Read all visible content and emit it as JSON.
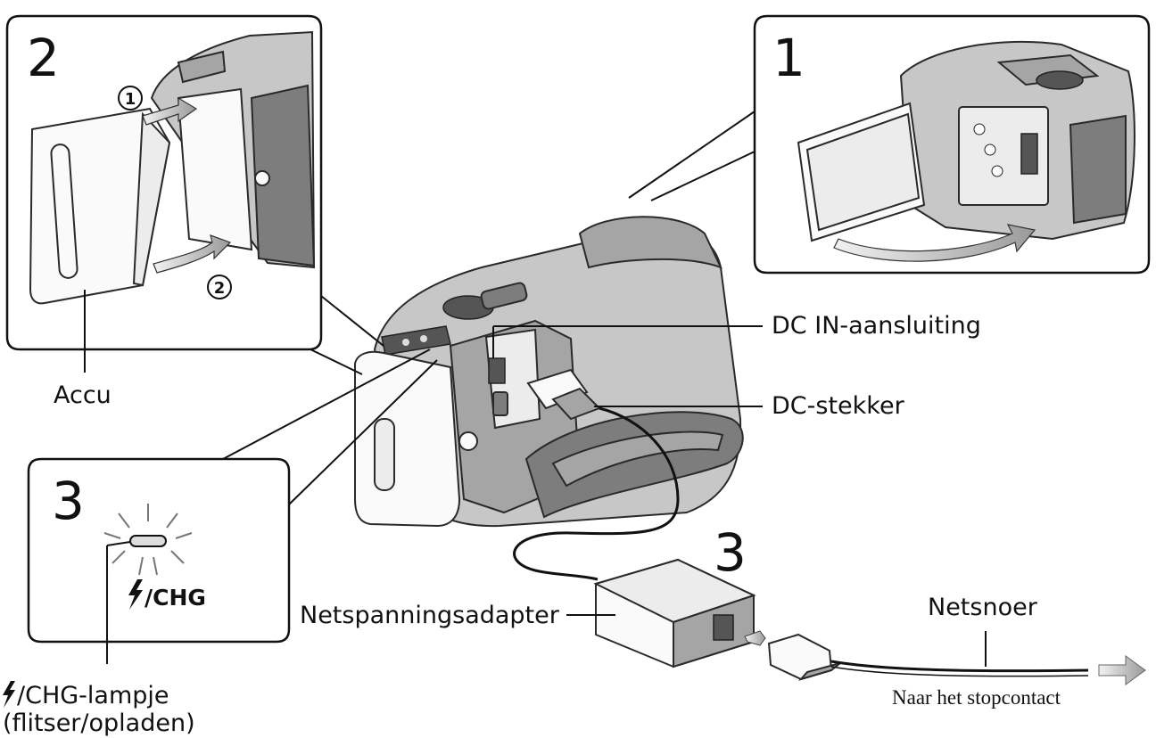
{
  "steps": {
    "step1": "1",
    "step2": "2",
    "step3_inset": "3",
    "step3_main": "3",
    "sub1": "①",
    "sub2": "②"
  },
  "labels": {
    "accu": "Accu",
    "dc_in": "DC IN-aansluiting",
    "dc_plug": "DC-stekker",
    "adapter": "Netspanningsadapter",
    "mains_cord": "Netsnoer",
    "to_outlet": "Naar het stopcontact",
    "chg_lamp_line1": "/CHG-lampje",
    "chg_lamp_line2": "(flitser/opladen)",
    "chg_indicator": "/CHG"
  },
  "icons": {
    "flash": "flash-icon",
    "arrow": "arrow-right-icon"
  },
  "colors": {
    "outline": "#111111",
    "arrow_fill": "#c8c8c8"
  }
}
